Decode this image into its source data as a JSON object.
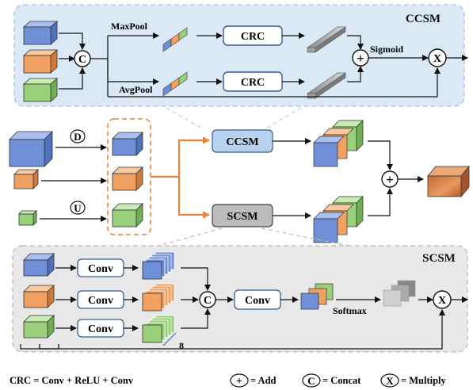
{
  "ccsm": {
    "title": "CCSM",
    "maxpool": "MaxPool",
    "avgpool": "AvgPool",
    "crc": "CRC",
    "sigmoid": "Sigmoid"
  },
  "middle": {
    "ccsm_label": "CCSM",
    "scsm_label": "SCSM",
    "down_symbol": "D",
    "up_symbol": "U"
  },
  "scsm": {
    "title": "SCSM",
    "conv": "Conv",
    "softmax": "Softmax",
    "group_count": "8"
  },
  "symbols": {
    "concat": "C",
    "add": "+",
    "multiply": "X"
  },
  "legend": {
    "crc_def": "CRC = Conv + ReLU + Conv",
    "add": "= Add",
    "concat": "= Concat",
    "multiply": "= Multiply"
  },
  "colors": {
    "blue": "#6f8fd6",
    "orange": "#f0a060",
    "green": "#9ad07a",
    "ccsm_panel": "#dbe8f6",
    "scsm_panel": "#e8e8e8",
    "accent_orange": "#e8843a"
  }
}
